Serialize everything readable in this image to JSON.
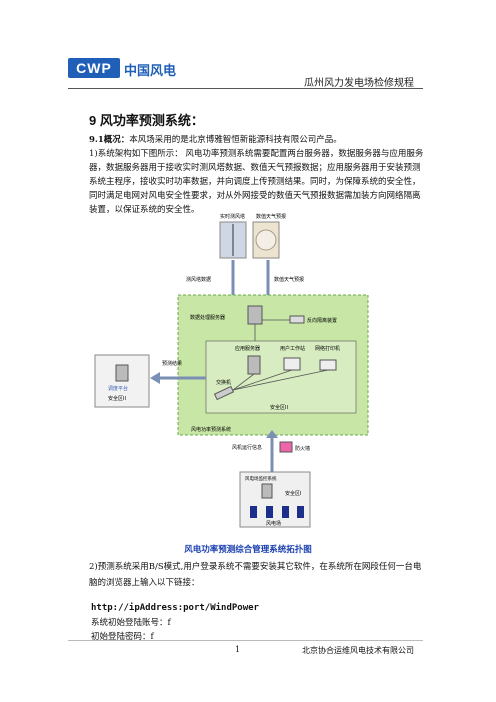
{
  "header": {
    "logo_abbr": "CWP",
    "logo_name": "中国风电",
    "doc_title": "瓜州风力发电场检修规程"
  },
  "section": {
    "title": "9 风功率预测系统：",
    "overview_label": "9.1概况：",
    "overview_text": "本风场采用的是北京博雅智恒新能源科技有限公司产品。",
    "item1": "1)系统架构如下图所示：   风电功率预测系统需要配置两台服务器，数据服务器与应用服务器，数据服务器用于接收实时测风塔数据、数值天气预报数据；应用服务器用于安装预测系统主程序，接收实时功率数据，并向调度上传预测结果。同时，为保障系统的安全性，同时满足电网对风电安全性要求，对从外网接受的数值天气预报数据需加装方向网络隔离装置，以保证系统的安全性。"
  },
  "diagram": {
    "label_tower": "实时测风塔",
    "label_nwp_server": "数值天气预报",
    "label_tower_data": "测风塔数据",
    "label_nwp_data": "数值天气预报",
    "label_data_server": "数据处理服务器",
    "label_reverse_isolator": "反向隔离装置",
    "label_app_server": "应用服务器",
    "label_user_ws": "用户工作站",
    "label_printer": "网络打印机",
    "label_switch": "交换机",
    "label_zone2": "安全区II",
    "label_system": "风电功率预测系统",
    "label_forecast_result": "预测结果",
    "label_dispatch": "调度平台",
    "label_zone2_left": "安全区II",
    "label_turbine_data": "风机运行信息",
    "label_firewall": "防火墙",
    "label_scada": "风电场监控系统",
    "label_zone1": "安全区I",
    "label_farm": "风电场"
  },
  "caption": "风电功率预测综合管理系统拓扑图",
  "item2_line1": "2)预测系统采用B/S模式,用户登录系统不需要安装其它软件，在系统所在网段任何一台电",
  "item2_line2": "脑的浏览器上输入以下链接：",
  "url": "http://ipAddress:port/WindPower",
  "login_account": "系统初始登陆账号：f",
  "login_password": "初始登陆密码：f",
  "footer": {
    "page_number": "1",
    "company": "北京协合运维风电技术有限公司"
  },
  "colors": {
    "brand_blue": "#1f5fb8",
    "zone_green": "#c8e6a6",
    "zone_border": "#6aa84f",
    "inner_zone": "#d7ecc0",
    "caption_blue": "#1a3fb0"
  }
}
